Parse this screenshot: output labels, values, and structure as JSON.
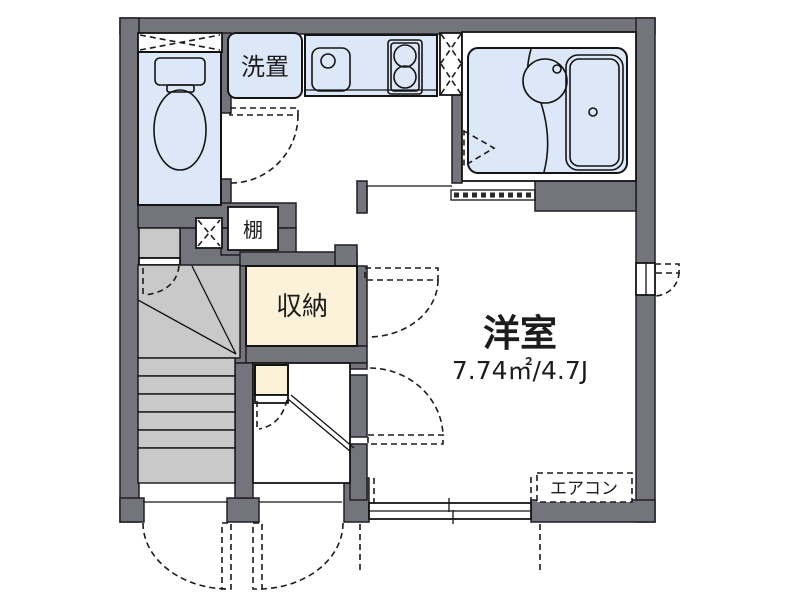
{
  "plan": {
    "labels": {
      "washer": "洗置",
      "shelf": "棚",
      "closet": "収納",
      "room_name": "洋室",
      "room_area": "7.74㎡/4.7J",
      "aircon": "エアコン"
    },
    "colors": {
      "wall": "#74747c",
      "water": "#dce8f7",
      "cream": "#fcf2da",
      "stair": "#c9c9ca",
      "line": "#1a1a1a",
      "bg": "#ffffff"
    }
  }
}
